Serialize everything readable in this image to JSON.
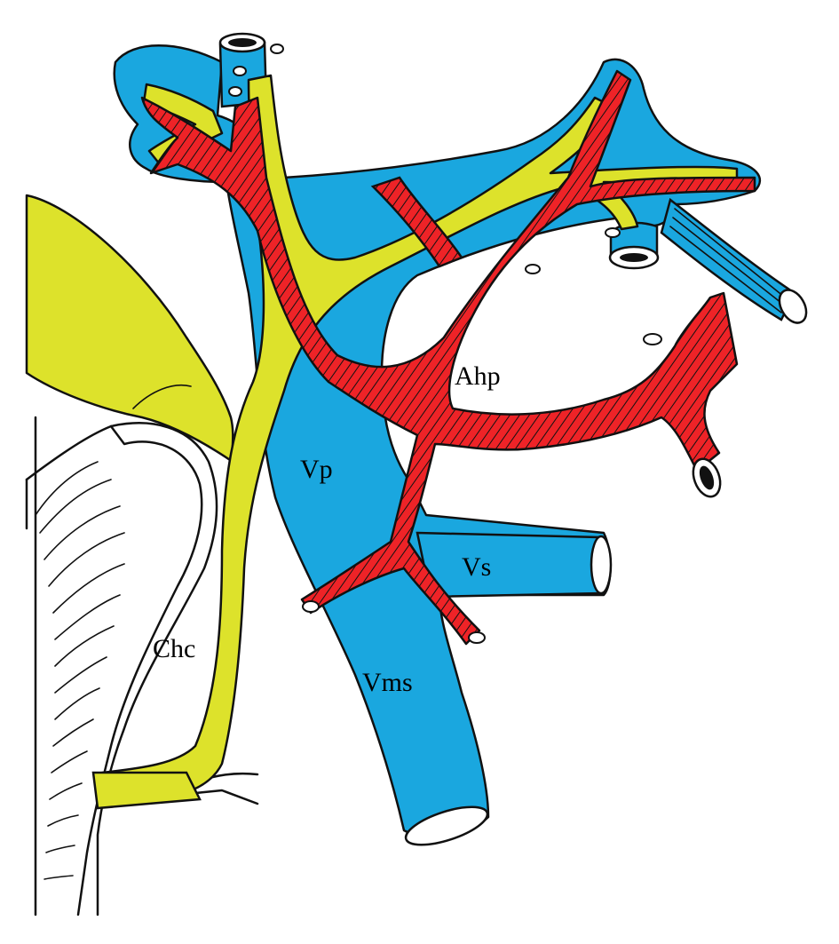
{
  "colors": {
    "portal_vein": "#1aa7df",
    "artery": "#ee2327",
    "bile_duct": "#dde22b",
    "outline": "#111111",
    "background": "#ffffff"
  },
  "labels": {
    "vp": "Vp",
    "ahp": "Ahp",
    "vs": "Vs",
    "vms": "Vms",
    "chc": "Chc"
  }
}
